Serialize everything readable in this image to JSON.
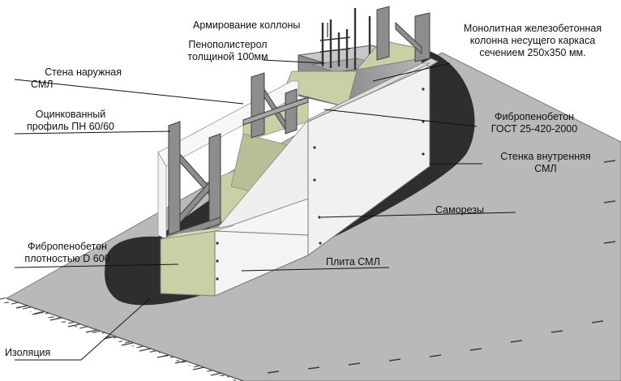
{
  "labels": {
    "column_rebar": "Армирование коллоны",
    "polystyrene": [
      "Пенополистерол",
      "толщиной 100мм"
    ],
    "monolithic_column": [
      "Монолитная железобетонная",
      "колонна несущего каркаса",
      "сечением 250х350 мм."
    ],
    "outer_wall": [
      "Стена наружная",
      "СМЛ"
    ],
    "galvanized_profile": [
      "Оцинкованный",
      "профиль ПН 60/60"
    ],
    "fibrofoam_gost": [
      "Фибропенобетон",
      "ГОСТ 25-420-2000"
    ],
    "inner_wall": [
      "Стенка внутренняя",
      "СМЛ"
    ],
    "screws": "Саморезы",
    "fibrofoam_density": [
      "Фибропенобетон",
      "плотностью D 600"
    ],
    "sml_board": "Плита СМЛ",
    "insulation": "Изоляция"
  },
  "colors": {
    "slab": "#b9b9b9",
    "slab_edge": "#8a8a8a",
    "insulation_shadow": "#2e2e2e",
    "panel": "#f4f4f4",
    "panel_shade": "#e2e2e2",
    "fibrofoam": "#c9d0a6",
    "concrete": "#9b9b9b",
    "steel": "#8d8d8d",
    "rebar": "#3a3a3a"
  }
}
